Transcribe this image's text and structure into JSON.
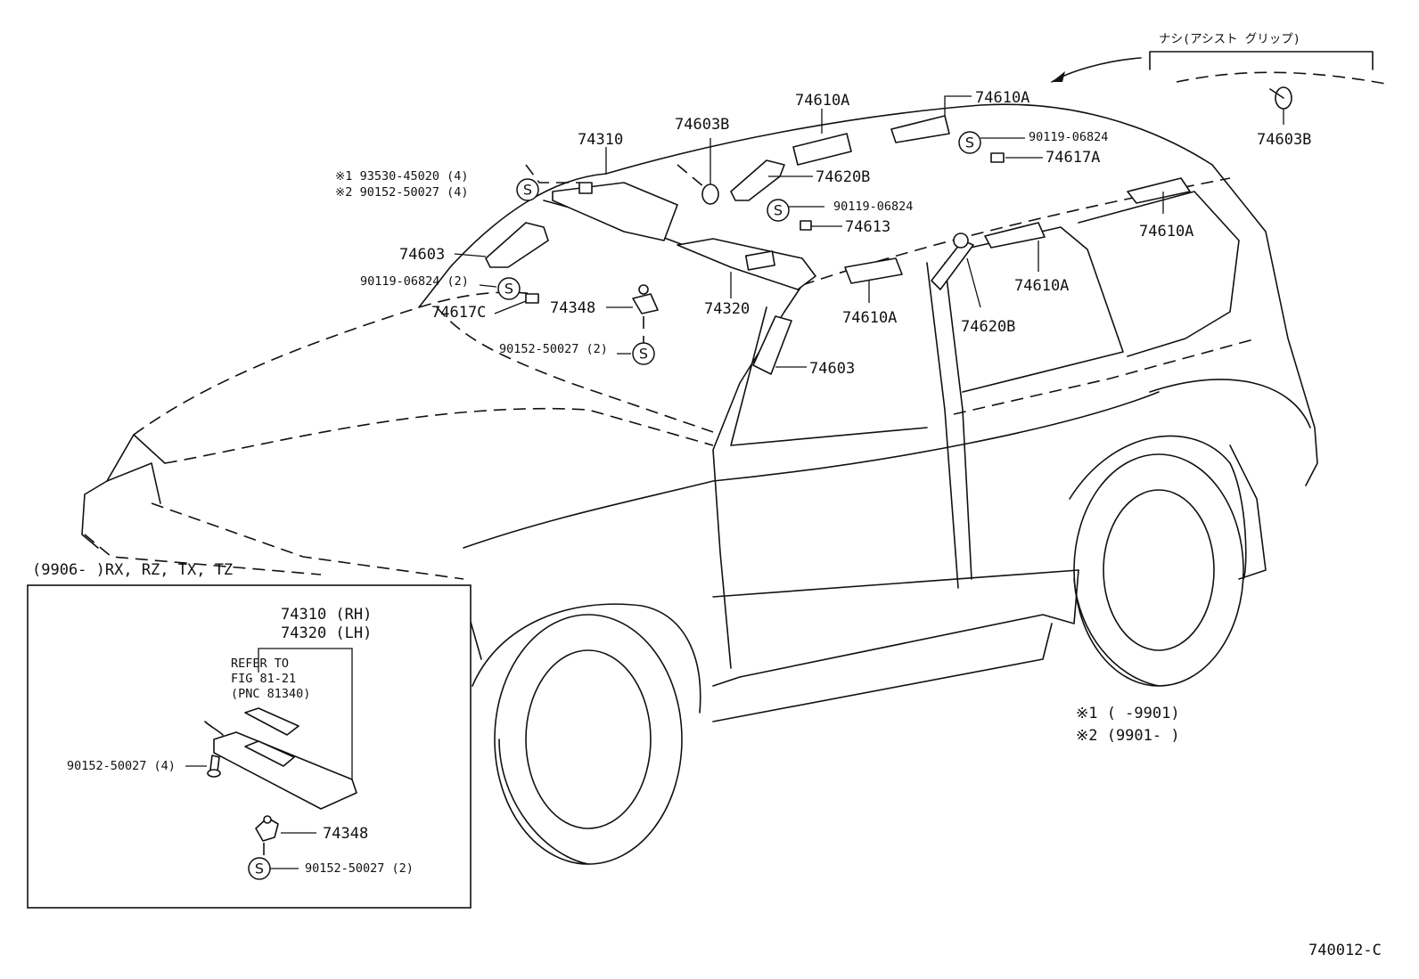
{
  "header": {
    "japanese_note": "ナシ(アシスト グリップ)"
  },
  "callouts": {
    "p74603B_top": "74603B",
    "p74603B_right": "74603B",
    "p74610A_1": "74610A",
    "p74610A_2": "74610A",
    "p74610A_3": "74610A",
    "p74610A_4": "74610A",
    "p74610A_5": "74610A",
    "p74310": "74310",
    "p74620B_1": "74620B",
    "p74620B_2": "74620B",
    "p74617A": "74617A",
    "p74613": "74613",
    "p74603_1": "74603",
    "p74603_2": "74603",
    "p74348": "74348",
    "p74320": "74320",
    "p74617C": "74617C",
    "bolt_90119_1": "90119-06824",
    "bolt_90119_2": "90119-06824",
    "bolt_90119_3": "90119-06824 (2)",
    "bolt_90152_1": "90152-50027 (2)",
    "screw_note_1": "※1  93530-45020 (4)",
    "screw_note_2": "※2  90152-50027 (4)"
  },
  "s_symbol": "S",
  "inset": {
    "applicability": "(9906-      )RX, RZ, TX, TZ",
    "visor_rh": "74310 (RH)",
    "visor_lh": "74320 (LH)",
    "refer_1": "REFER TO",
    "refer_2": "FIG 81-21",
    "refer_3": "(PNC 81340)",
    "screw": "90152-50027 (4)",
    "holder": "74348",
    "bolt": "90152-50027 (2)"
  },
  "legend": {
    "note_1": "※1  (      -9901)",
    "note_2": "※2  (9901-      )"
  },
  "figure_id": "740012-C"
}
